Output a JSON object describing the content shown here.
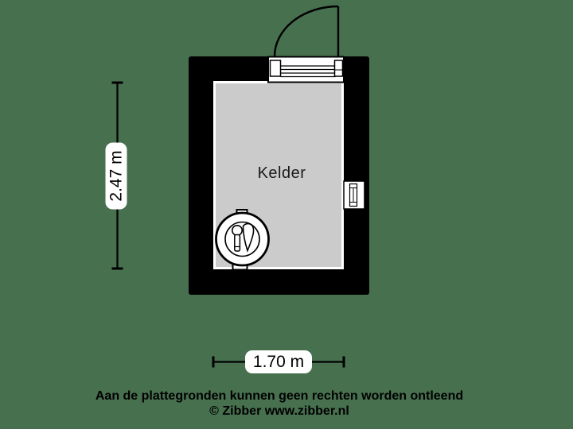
{
  "colors": {
    "bg": "#47704f",
    "wall": "#000000",
    "floor": "#cbcbcb",
    "paper": "#ffffff",
    "ink": "#1a1a1a"
  },
  "floorplan": {
    "room_label": "Kelder",
    "dim_height_label": "2.47 m",
    "dim_width_label": "1.70 m",
    "icons": {
      "door": "door-swing-icon",
      "window": "basement-window-icon",
      "boiler": "boiler-icon"
    }
  },
  "footer": {
    "disclaimer": "Aan de plattegronden kunnen geen rechten worden ontleend",
    "copyright": "© Zibber www.zibber.nl"
  }
}
